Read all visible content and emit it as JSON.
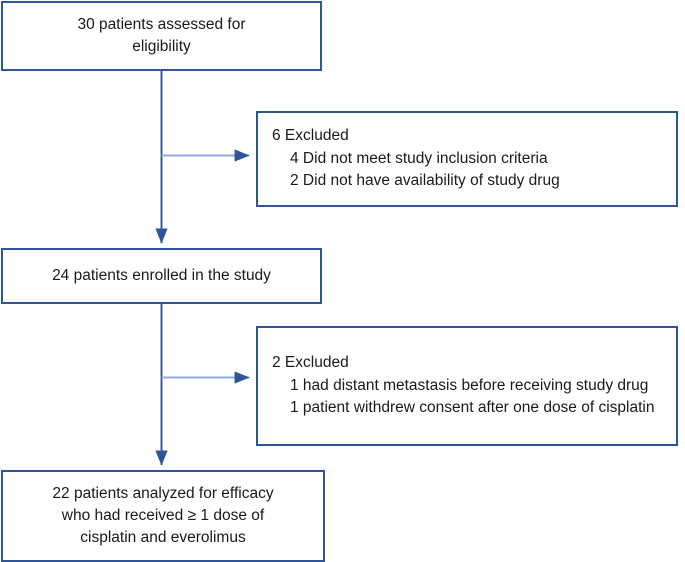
{
  "diagram": {
    "title": "CONSORT-style patient flow diagram",
    "colors": {
      "box_border": "#2f5597",
      "vertical_connector": "#2f5597",
      "horizontal_connector": "#8faadc",
      "arrowhead": "#2f5597",
      "background": "#ffffff",
      "text": "#1a1a1a"
    },
    "nodes": [
      {
        "id": "assessed",
        "lines": [
          "30 patients assessed for",
          "eligibility"
        ]
      },
      {
        "id": "excluded-1",
        "heading": "6 Excluded",
        "items": [
          "4 Did not meet study inclusion criteria",
          "2 Did not have availability of study drug"
        ]
      },
      {
        "id": "enrolled",
        "lines": [
          "24 patients enrolled in the study"
        ]
      },
      {
        "id": "excluded-2",
        "heading": "2 Excluded",
        "items": [
          "1 had distant metastasis before receiving study drug",
          "1 patient withdrew consent after one dose of cisplatin"
        ]
      },
      {
        "id": "analyzed",
        "lines": [
          "22 patients analyzed for efficacy",
          "who had received ≥ 1 dose of",
          "cisplatin and everolimus"
        ]
      }
    ]
  }
}
